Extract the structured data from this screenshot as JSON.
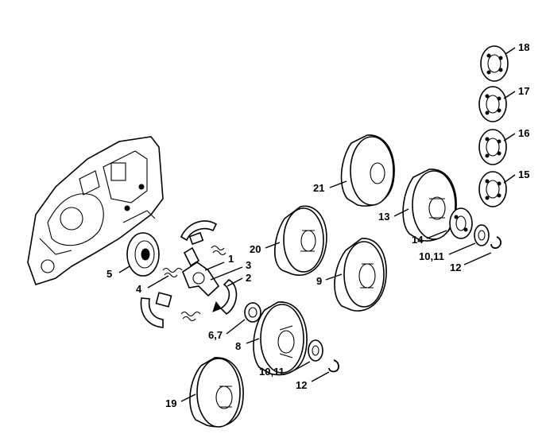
{
  "labels": {
    "l1": "1",
    "l2": "2",
    "l3": "3",
    "l4": "4",
    "l5": "5",
    "l67": "6,7",
    "l8": "8",
    "l9": "9",
    "l1011a": "10,11",
    "l12a": "12",
    "l13": "13",
    "l14": "14",
    "l15": "15",
    "l16": "16",
    "l17": "17",
    "l18": "18",
    "l19": "19",
    "l20": "20",
    "l21": "21",
    "l1011b": "10,11",
    "l12b": "12"
  }
}
